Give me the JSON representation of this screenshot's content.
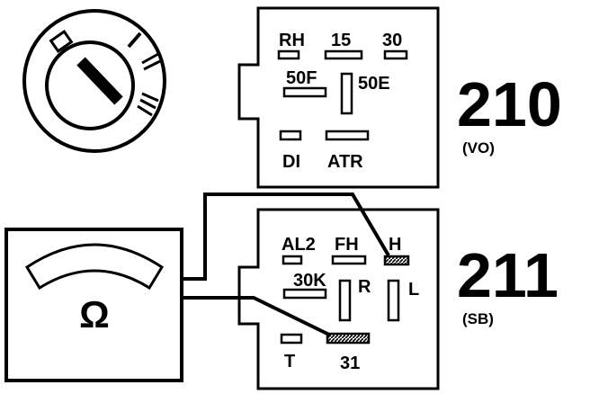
{
  "switch_210": {
    "pins": {
      "rh": "RH",
      "p15": "15",
      "p30": "30",
      "p50f": "50F",
      "p50e": "50E",
      "di": "DI",
      "atr": "ATR"
    },
    "code": "210",
    "sub": "(VO)"
  },
  "switch_211": {
    "pins": {
      "al2": "AL2",
      "fh": "FH",
      "h": "H",
      "p30k": "30K",
      "r": "R",
      "l": "L",
      "t": "T",
      "p31": "31"
    },
    "code": "211",
    "sub": "(SB)"
  },
  "meter": {
    "symbol": "Ω"
  }
}
